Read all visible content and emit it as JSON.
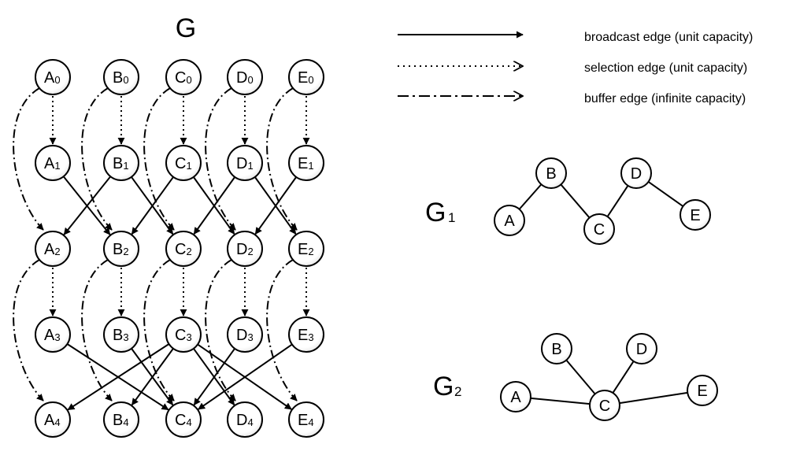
{
  "titles": {
    "G": "G",
    "G1_main": "G",
    "G1_sub": "1",
    "G2_main": "G",
    "G2_sub": "2"
  },
  "legend": {
    "broadcast": "broadcast edge (unit capacity)",
    "selection": "selection edge (unit capacity)",
    "buffer": "buffer edge (infinite capacity)"
  },
  "layered_graph": {
    "letters": [
      "A",
      "B",
      "C",
      "D",
      "E"
    ],
    "levels": [
      "0",
      "1",
      "2",
      "3",
      "4"
    ],
    "selection_edges": [
      [
        "A0",
        "A1"
      ],
      [
        "B0",
        "B1"
      ],
      [
        "C0",
        "C1"
      ],
      [
        "D0",
        "D1"
      ],
      [
        "E0",
        "E1"
      ],
      [
        "A2",
        "A3"
      ],
      [
        "B2",
        "B3"
      ],
      [
        "C2",
        "C3"
      ],
      [
        "D2",
        "D3"
      ],
      [
        "E2",
        "E3"
      ]
    ],
    "buffer_edges": [
      [
        "A0",
        "A2"
      ],
      [
        "B0",
        "B2"
      ],
      [
        "C0",
        "C2"
      ],
      [
        "D0",
        "D2"
      ],
      [
        "E0",
        "E2"
      ],
      [
        "A2",
        "A4"
      ],
      [
        "B2",
        "B4"
      ],
      [
        "C2",
        "C4"
      ],
      [
        "D2",
        "D4"
      ],
      [
        "E2",
        "E4"
      ]
    ],
    "broadcast_edges": [
      [
        "A1",
        "B2"
      ],
      [
        "B1",
        "A2"
      ],
      [
        "B1",
        "C2"
      ],
      [
        "C1",
        "B2"
      ],
      [
        "C1",
        "D2"
      ],
      [
        "D1",
        "C2"
      ],
      [
        "D1",
        "E2"
      ],
      [
        "E1",
        "D2"
      ],
      [
        "A3",
        "C4"
      ],
      [
        "B3",
        "C4"
      ],
      [
        "D3",
        "C4"
      ],
      [
        "E3",
        "C4"
      ],
      [
        "C3",
        "A4"
      ],
      [
        "C3",
        "B4"
      ],
      [
        "C3",
        "D4"
      ],
      [
        "C3",
        "E4"
      ]
    ]
  },
  "g1": {
    "nodes": [
      "A",
      "B",
      "C",
      "D",
      "E"
    ],
    "edges": [
      [
        "A",
        "B"
      ],
      [
        "B",
        "C"
      ],
      [
        "C",
        "D"
      ],
      [
        "D",
        "E"
      ]
    ]
  },
  "g2": {
    "nodes": [
      "A",
      "B",
      "C",
      "D",
      "E"
    ],
    "edges": [
      [
        "A",
        "C"
      ],
      [
        "B",
        "C"
      ],
      [
        "D",
        "C"
      ],
      [
        "E",
        "C"
      ]
    ]
  }
}
